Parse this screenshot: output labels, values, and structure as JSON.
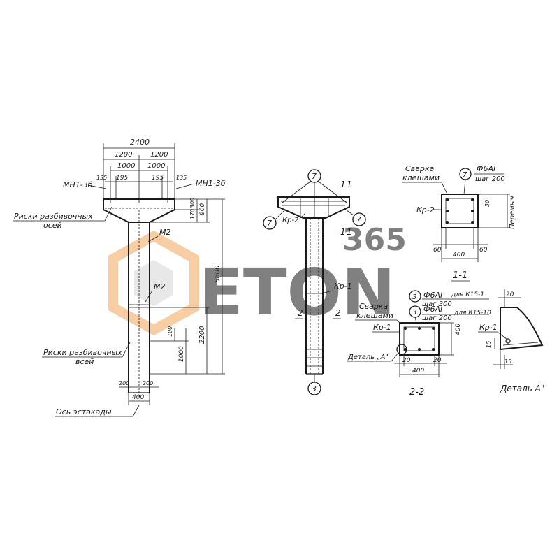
{
  "watermark": {
    "brand": "ETON",
    "number": "365",
    "color": "#f2a65a",
    "gray": "#c9c9c9"
  },
  "left_view": {
    "dim_total": "2400",
    "dim_half_left": "1200",
    "dim_half_right": "1200",
    "dim_inner_left": "1000",
    "dim_inner_right": "1000",
    "dim_195_a": "195",
    "dim_195_b": "195",
    "dim_135_a": "135",
    "dim_135_b": "135",
    "label_mn_left": "МН1-3б",
    "label_mn_right": "МН1-3б",
    "label_marks_top_1": "Риски разбивочных",
    "label_marks_top_2": "осей",
    "label_m2_top": "М2",
    "label_m2_mid": "М2",
    "dim_170": "170",
    "dim_300": "300",
    "dim_900": "900",
    "dim_5800": "5800",
    "dim_2200": "2200",
    "dim_1000": "1000",
    "dim_100": "100",
    "label_marks_bot_1": "Риски разбивочных",
    "label_marks_bot_2": "всей",
    "dim_200_l": "200",
    "dim_200_r": "200",
    "dim_400": "400",
    "label_axis": "Ось эстакады"
  },
  "mid_view": {
    "circle_7_top": "7",
    "circle_7_left": "7",
    "circle_7_right": "7",
    "circle_3": "3",
    "label_kp2": "Кр-2",
    "label_kp1": "Кр-1",
    "sec_1a": "1",
    "sec_1b": "1",
    "sec_1c": "1",
    "sec_1d": "1",
    "sec_2a": "2",
    "sec_2b": "2"
  },
  "section_1_1": {
    "label_weld_1": "Сварка",
    "label_weld_2": "клещами",
    "circle_7": "7",
    "rebar": "Ф6АI",
    "step": "шаг 200",
    "label_kp2": "Кр-2",
    "dim_30": "30",
    "dim_60_l": "60",
    "dim_60_r": "60",
    "dim_400": "400",
    "label_crossbar": "Перемыч",
    "title": "1-1"
  },
  "section_2_2": {
    "label_weld_1": "Сварка",
    "label_weld_2": "клещами",
    "circle_3a": "3",
    "circle_3b": "3",
    "rebar_1": "Ф6АI",
    "step_1": "шаг 300",
    "note_1": "для К15-1",
    "rebar_2": "Ф6АI",
    "step_2": "шаг 200",
    "note_2": "для К15-10",
    "label_kp1": "Кр-1",
    "dim_400_side": "400",
    "dim_20_l": "20",
    "dim_20_r": "20",
    "dim_400_bot": "400",
    "label_detail": "Деталь „А\"",
    "title": "2-2"
  },
  "detail_a": {
    "dim_20": "20",
    "label_kp1": "Кр-1",
    "dim_15_a": "15",
    "dim_15_b": "15",
    "title": "Деталь А\""
  }
}
